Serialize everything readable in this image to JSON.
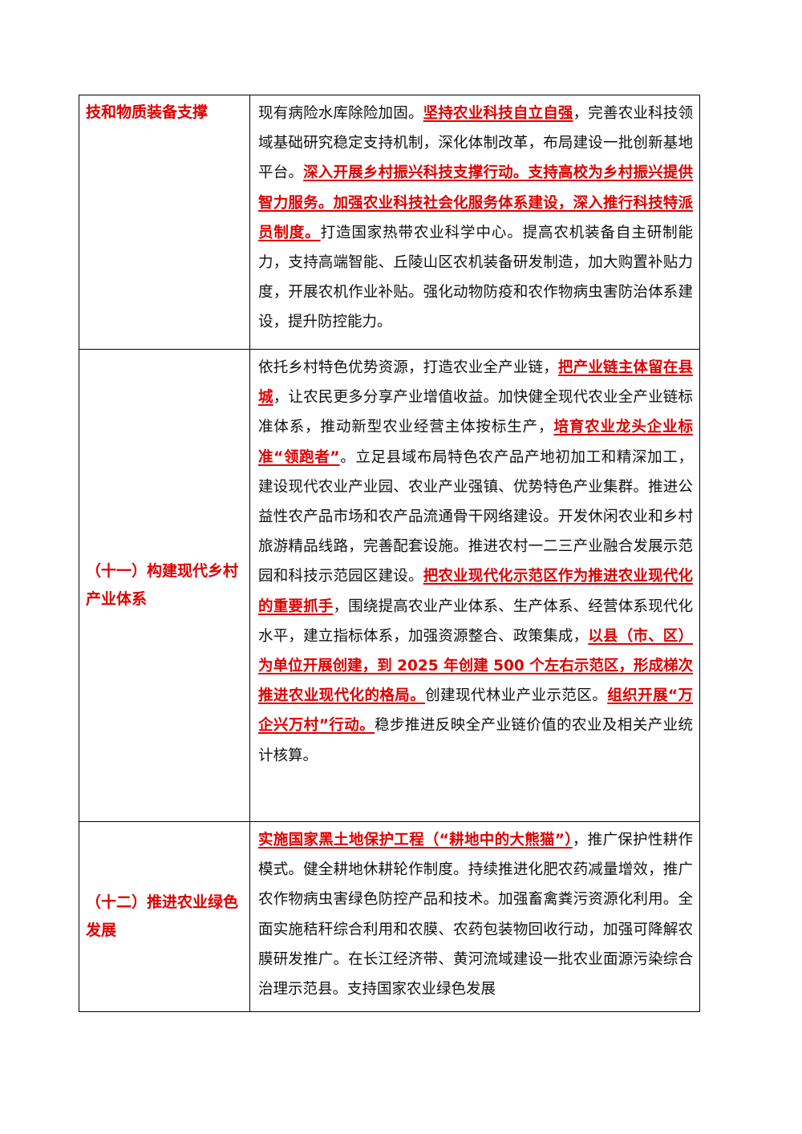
{
  "rows": [
    {
      "label": "技和物质装备支撑",
      "segments": [
        {
          "text": "现有病险水库除险加固。",
          "hl": false
        },
        {
          "text": "坚持农业科技自立自强",
          "hl": true
        },
        {
          "text": "，完善农业科技领域基础研究稳定支持机制，深化体制改革，布局建设一批创新基地平台。",
          "hl": false
        },
        {
          "text": "深入开展乡村振兴科技支撑行动。支持高校为乡村振兴提供智力服务。加强农业科技社会化服务体系建设，深入推行科技特派员制度。",
          "hl": true
        },
        {
          "text": "打造国家热带农业科学中心。提高农机装备自主研制能力，支持高端智能、丘陵山区农机装备研发制造，加大购置补贴力度，开展农机作业补贴。强化动物防疫和农作物病虫害防治体系建设，提升防控能力。",
          "hl": false
        }
      ]
    },
    {
      "label": "（十一）构建现代乡村产业体系",
      "segments": [
        {
          "text": "依托乡村特色优势资源，打造农业全产业链，",
          "hl": false
        },
        {
          "text": "把产业链主体留在县城",
          "hl": true
        },
        {
          "text": "，让农民更多分享产业增值收益。加快健全现代农业全产业链标准体系，推动新型农业经营主体按标生产，",
          "hl": false
        },
        {
          "text": "培育农业龙头企业标准“领跑者”",
          "hl": true
        },
        {
          "text": "。立足县域布局特色农产品产地初加工和精深加工，建设现代农业产业园、农业产业强镇、优势特色产业集群。推进公益性农产品市场和农产品流通骨干网络建设。开发休闲农业和乡村旅游精品线路，完善配套设施。推进农村一二三产业融合发展示范园和科技示范园区建设。",
          "hl": false
        },
        {
          "text": "把农业现代化示范区作为推进农业现代化的重要抓手",
          "hl": true
        },
        {
          "text": "，围绕提高农业产业体系、生产体系、经营体系现代化水平，建立指标体系，加强资源整合、政策集成，",
          "hl": false
        },
        {
          "text": "以县（市、区）为单位开展创建，到 2025 年创建 500 个左右示范区，形成梯次推进农业现代化的格局。",
          "hl": true
        },
        {
          "text": "创建现代林业产业示范区。",
          "hl": false
        },
        {
          "text": "组织开展“万企兴万村”行动。",
          "hl": true
        },
        {
          "text": "稳步推进反映全产业链价值的农业及相关产业统计核算。",
          "hl": false
        }
      ]
    },
    {
      "label": "（十二）推进农业绿色发展",
      "segments": [
        {
          "text": "实施国家黑土地保护工程（“耕地中的大熊猫”）",
          "hl": true
        },
        {
          "text": "，推广保护性耕作模式。健全耕地休耕轮作制度。持续推进化肥农药减量增效，推广农作物病虫害绿色防控产品和技术。加强畜禽粪污资源化利用。全面实施秸秆综合利用和农膜、农药包装物回收行动，加强可降解农膜研发推广。在长江经济带、黄河流域建设一批农业面源污染综合治理示范县。支持国家农业绿色发展",
          "hl": false
        }
      ]
    }
  ]
}
